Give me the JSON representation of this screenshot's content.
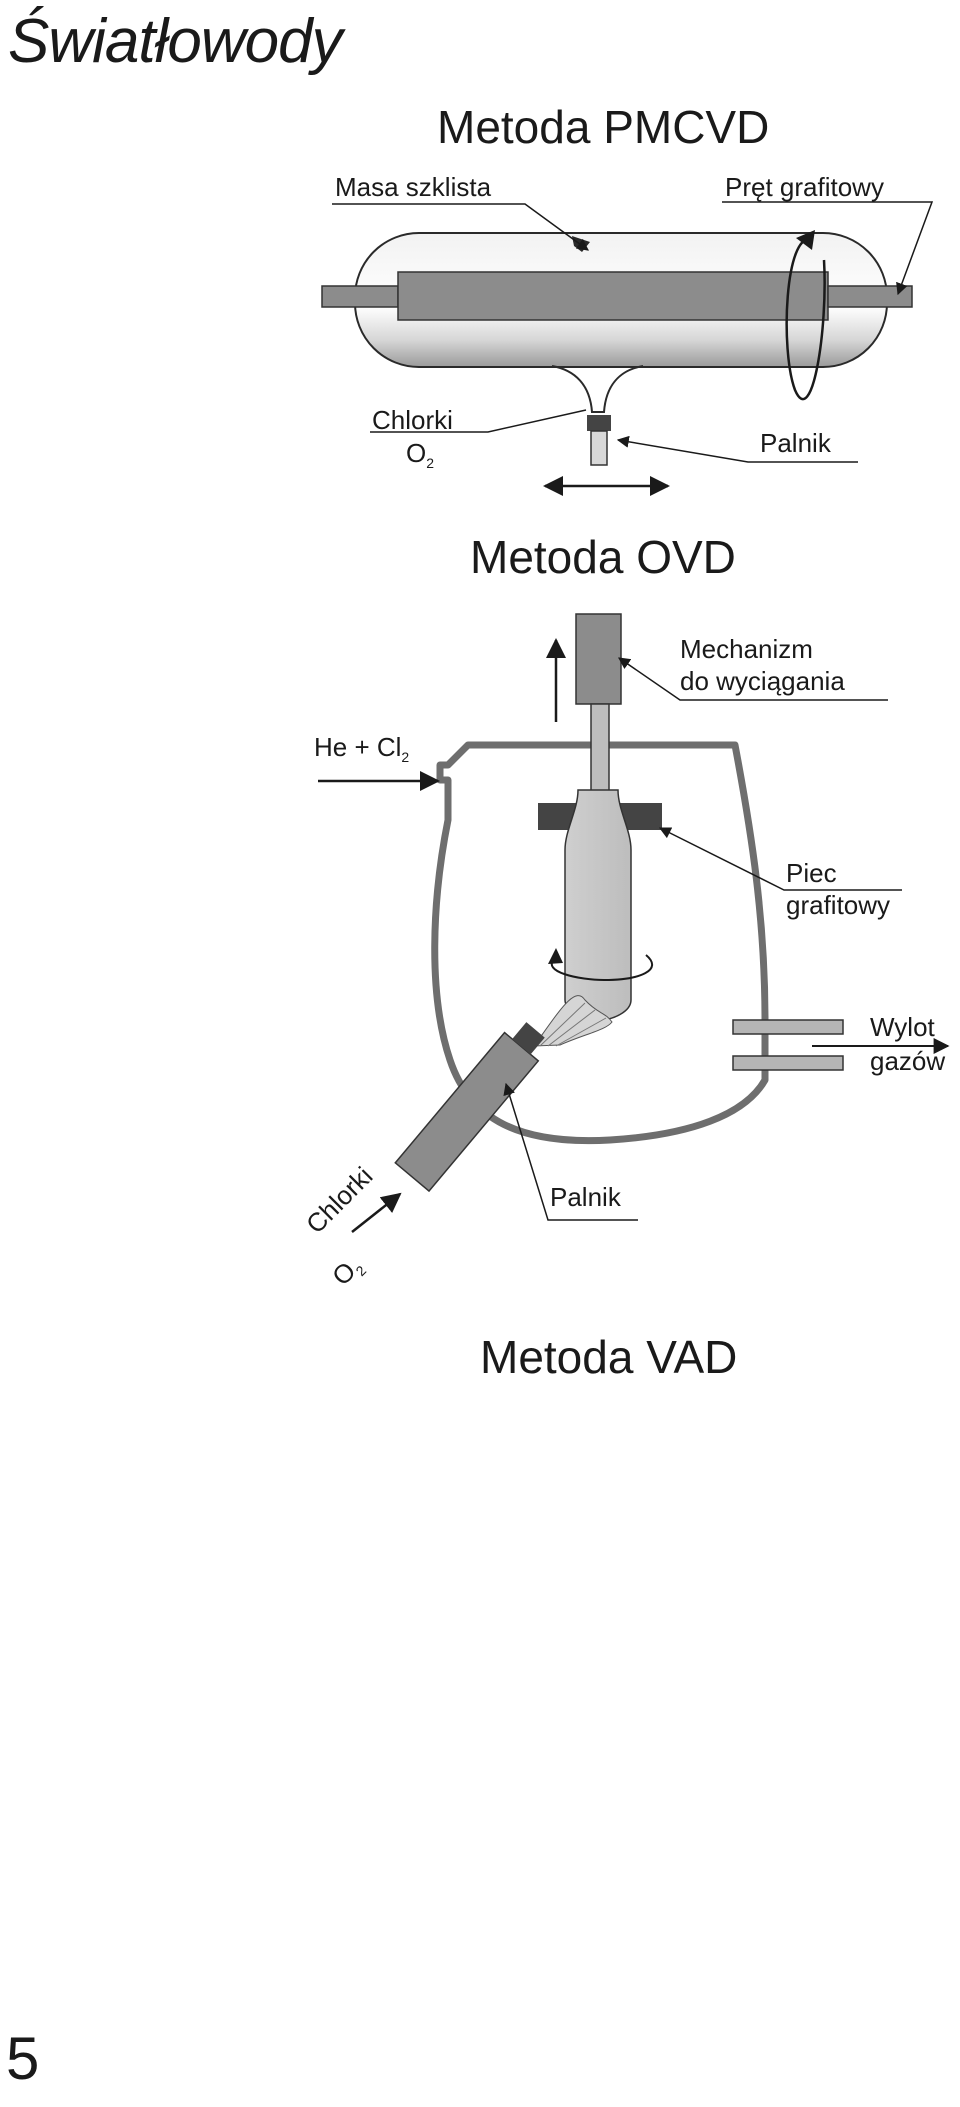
{
  "page": {
    "title": "Światłowody",
    "number": "5"
  },
  "pmcvd": {
    "title": "Metoda PMCVD",
    "labels": {
      "glass": "Masa szklista",
      "rod": "Pręt grafitowy",
      "chlorides": "Chlorki",
      "oxygen": "O",
      "oxygen_sub": "2",
      "torch": "Palnik"
    }
  },
  "ovd": {
    "title": "Metoda OVD",
    "labels": {
      "mechanism_line1": "Mechanizm",
      "mechanism_line2": "do wyciągania",
      "gas_in": "He + Cl",
      "gas_in_sub": "2",
      "furnace_line1": "Piec",
      "furnace_line2": "grafitowy",
      "outlet_line1": "Wylot",
      "outlet_line2": "gazów",
      "torch": "Palnik",
      "chlorides": "Chlorki",
      "oxygen": "O",
      "oxygen_sub": "2"
    }
  },
  "vad": {
    "title": "Metoda VAD"
  },
  "colors": {
    "dark": "#1a1a1a",
    "mid": "#8c8c8c",
    "light": "#d0d0d0",
    "furnace": "#444444"
  }
}
